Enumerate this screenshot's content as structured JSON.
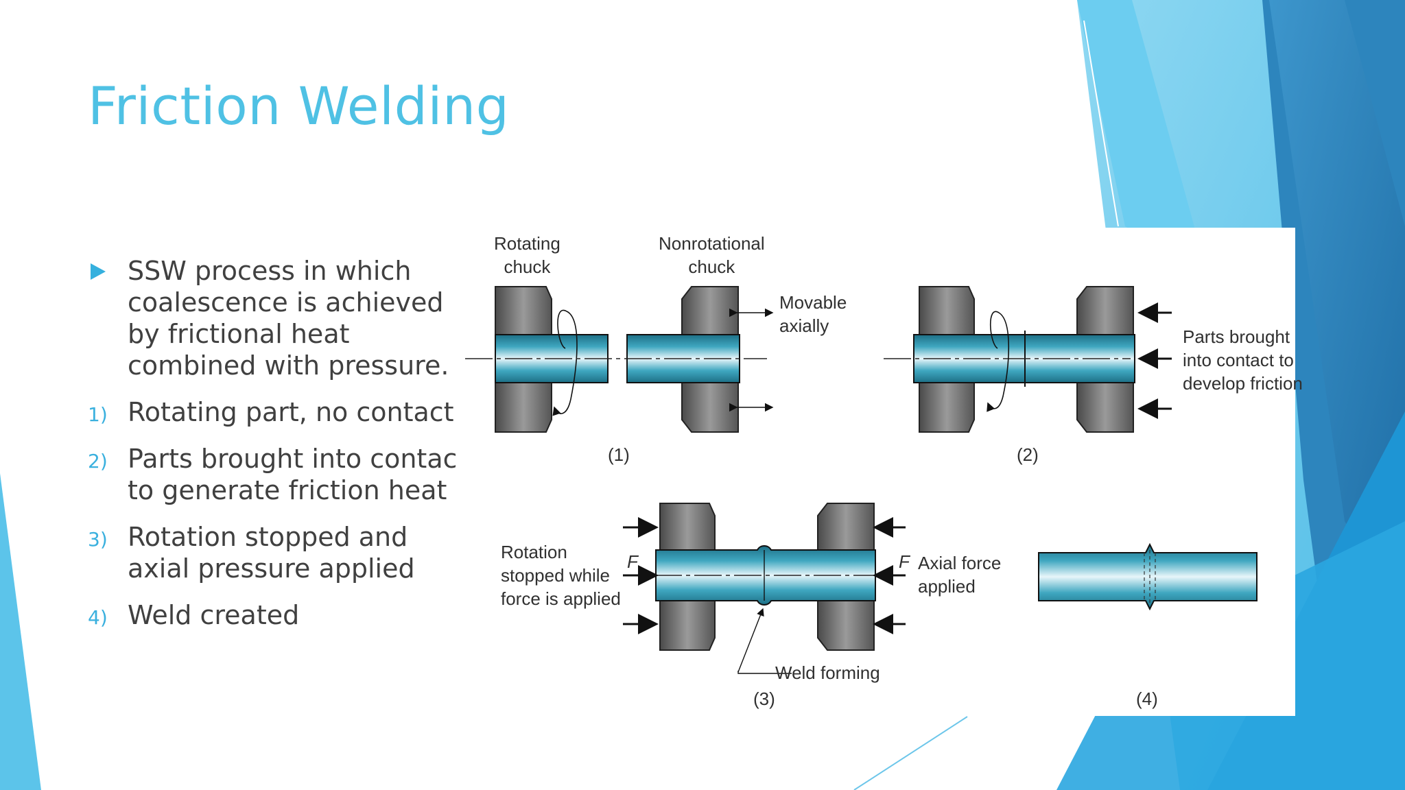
{
  "slide": {
    "title": "Friction Welding",
    "bullets": [
      {
        "marker": "",
        "text": "SSW process in which coalescence is achieved by frictional heat combined with pressure."
      },
      {
        "marker": "1)",
        "text": "Rotating part, no contact"
      },
      {
        "marker": "2)",
        "text": "Parts brought into contact to generate friction heat"
      },
      {
        "marker": "3)",
        "text": "Rotation stopped and axial pressure applied"
      },
      {
        "marker": "4)",
        "text": "Weld created"
      }
    ]
  },
  "figure": {
    "labels": {
      "rotating_chuck": "Rotating\nchuck",
      "nonrotational_chuck": "Nonrotational\nchuck",
      "movable_axially": "Movable\naxially",
      "parts_brought": "Parts brought\ninto contact to\ndevelop friction",
      "rotation_stopped": "Rotation\nstopped while\nforce is applied",
      "axial_force": "Axial force\napplied",
      "weld_forming": "Weld forming",
      "force_left": "F",
      "force_right": "F"
    },
    "captions": [
      "(1)",
      "(2)",
      "(3)",
      "(4)"
    ]
  },
  "theme": {
    "title_color": "#4fc1e4",
    "accent_blue": "#1e8fcf",
    "rod_teal": "#2a8ea6",
    "chuck_gray": "#6e6e6e"
  }
}
